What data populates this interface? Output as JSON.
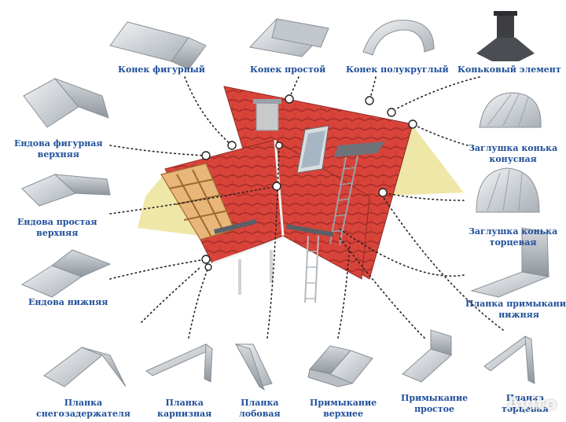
{
  "labels": {
    "konek_figurny": "Конек фигурный",
    "konek_prostoy": "Конек  простой",
    "konek_polukrugly": "Конек полукруглый",
    "konkovy_element": "Коньковый элемент",
    "endova_figurnaya_1": "Ендова фигурная",
    "endova_figurnaya_2": "верхняя",
    "zaglushka_konusnaya_1": "Заглушка конька",
    "zaglushka_konusnaya_2": "конусная",
    "endova_prostaya_1": "Ендова простая",
    "endova_prostaya_2": "верхняя",
    "zaglushka_tortsevaya_1": "Заглушка конька",
    "zaglushka_tortsevaya_2": "торцевая",
    "endova_nizhnyaya": "Ендова нижняя",
    "planka_primykaniya_1": "Планка примыкания",
    "planka_primykaniya_2": "нижняя",
    "planka_sneg_1": "Планка",
    "planka_sneg_2": "снегозадержателя",
    "planka_karniz_1": "Планка",
    "planka_karniz_2": "карнизная",
    "planka_lob_1": "Планка",
    "planka_lob_2": "лобовая",
    "primykanie_verh_1": "Примыкание",
    "primykanie_verh_2": "верхнее",
    "primykanie_prost_1": "Примыкание",
    "primykanie_prost_2": "простое",
    "planka_torts_1": "Планка",
    "planka_torts_2": "торцевая"
  },
  "watermark": "Avito",
  "colors": {
    "label": "#1f4f9a",
    "roof_red": "#d9443a",
    "roof_dark": "#a8302a",
    "gable_yellow": "#efe7a8",
    "metal_light": "#e4e7ea",
    "metal_dark": "#9aa1a8"
  }
}
